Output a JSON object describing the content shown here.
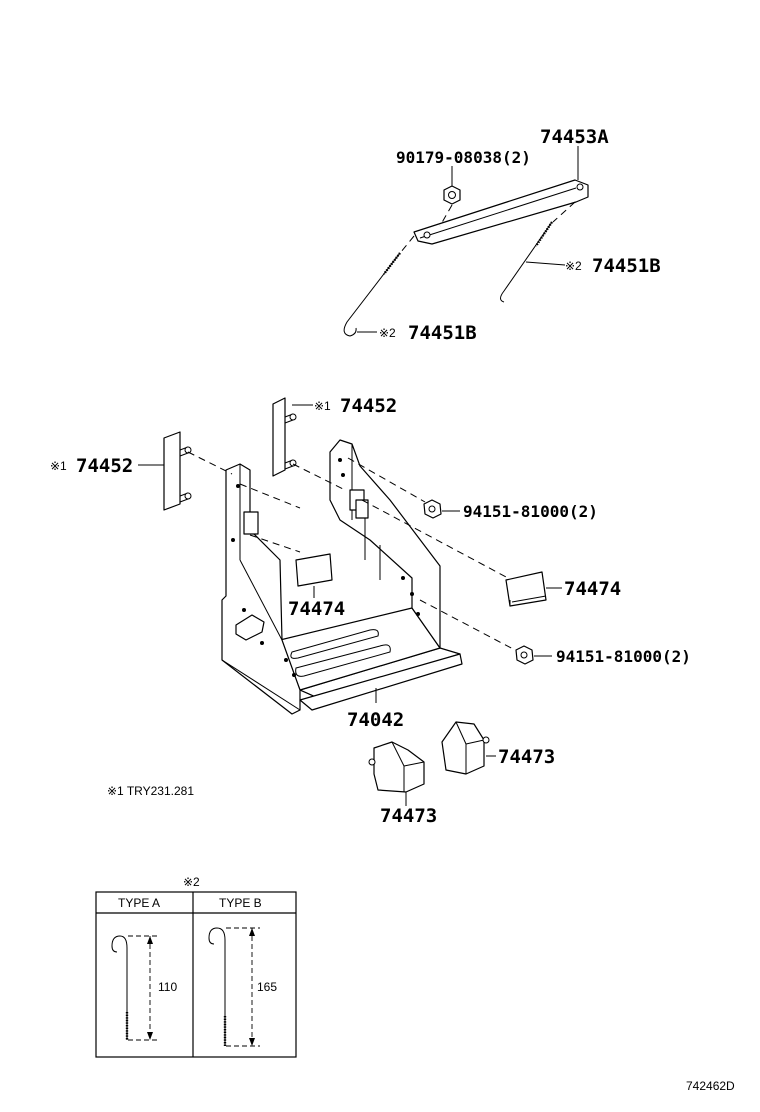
{
  "labels": {
    "stay_74453A": "74453A",
    "nut_90179": "90179-08038(2)",
    "clamp_bolt_right": "74451B",
    "clamp_bolt_left": "74451B",
    "note2_mark_right": "※2",
    "note2_mark_left": "※2",
    "bolt_plate_upper": "74452",
    "bolt_plate_left": "74452",
    "note1_mark_upper": "※1",
    "note1_mark_left": "※1",
    "nut_94151_upper": "94151-81000(2)",
    "nut_94151_lower": "94151-81000(2)",
    "pad_74474_right": "74474",
    "pad_74474_inner": "74474",
    "carrier_74042": "74042",
    "cushion_74473_right": "74473",
    "cushion_74473_lower": "74473"
  },
  "footnote": "※1 TRY231.281",
  "type_table": {
    "marker": "※2",
    "columns": [
      {
        "header": "TYPE A",
        "dimension": "110"
      },
      {
        "header": "TYPE B",
        "dimension": "165"
      }
    ]
  },
  "diagram_id": "742462D"
}
